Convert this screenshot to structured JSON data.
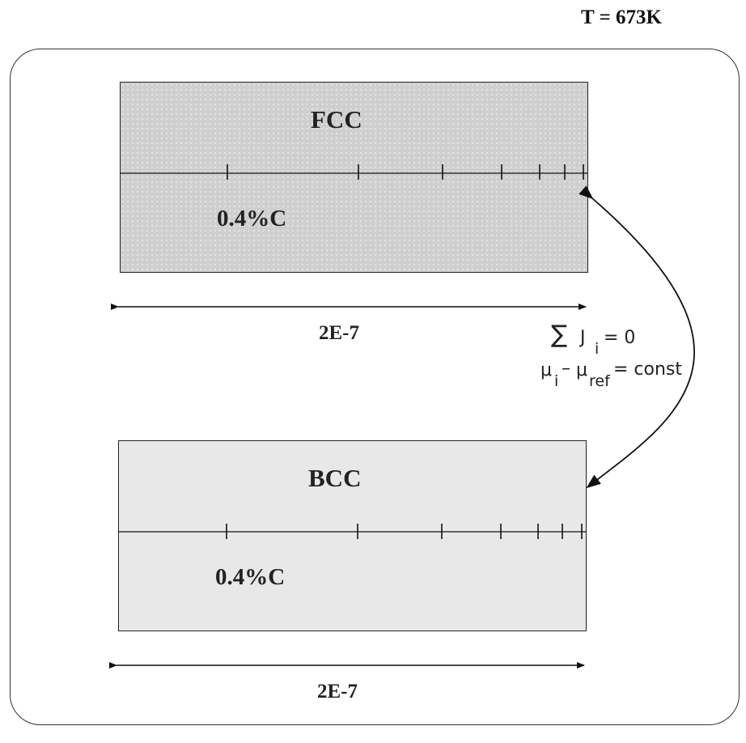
{
  "temperature": "T = 673K",
  "regions": [
    {
      "phase": "FCC",
      "composition": "0.4%C",
      "width": "2E-7"
    },
    {
      "phase": "BCC",
      "composition": "0.4%C",
      "width": "2E-7"
    }
  ],
  "boundary_condition": {
    "sum_symbol": "∑",
    "flux": "J",
    "flux_sub": "i",
    "flux_rhs": "= 0",
    "mu_i": "μ",
    "mu_i_sub": "i",
    "minus": "–",
    "mu_ref": "μ",
    "mu_ref_sub": "ref",
    "mu_rhs": "= const"
  }
}
